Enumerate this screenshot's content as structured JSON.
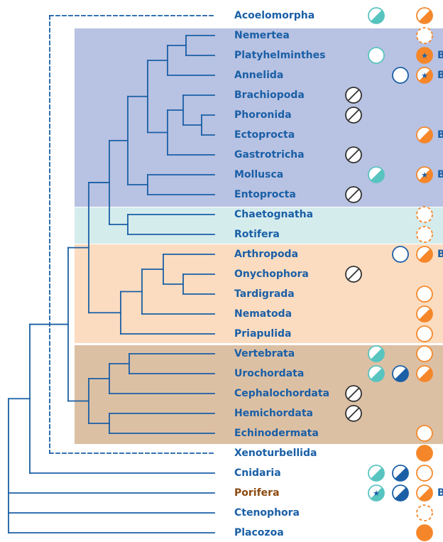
{
  "colors": {
    "tree": "#1a5fa6",
    "taxon_label": "#1a5fa6",
    "porifera_label": "#8b4a10",
    "band_lophotrochozoa": "#b8c2e2",
    "band_chaeto_rotifera": "#d5eced",
    "band_ecdysozoa": "#fcdcc0",
    "band_deuterostomia": "#dcc0a4",
    "teal": "#58c4c0",
    "navy": "#1a5fa6",
    "orange": "#f5872a",
    "dark": "#333333"
  },
  "taxa": [
    {
      "name": "Acoelomorpha",
      "color": "blue"
    },
    {
      "name": "Nemertea",
      "color": "blue"
    },
    {
      "name": "Platyhelminthes",
      "color": "blue"
    },
    {
      "name": "Annelida",
      "color": "blue"
    },
    {
      "name": "Brachiopoda",
      "color": "blue"
    },
    {
      "name": "Phoronida",
      "color": "blue"
    },
    {
      "name": "Ectoprocta",
      "color": "blue"
    },
    {
      "name": "Gastrotricha",
      "color": "blue"
    },
    {
      "name": "Mollusca",
      "color": "blue"
    },
    {
      "name": "Entoprocta",
      "color": "blue"
    },
    {
      "name": "Chaetognatha",
      "color": "blue"
    },
    {
      "name": "Rotifera",
      "color": "blue"
    },
    {
      "name": "Arthropoda",
      "color": "blue"
    },
    {
      "name": "Onychophora",
      "color": "blue"
    },
    {
      "name": "Tardigrada",
      "color": "blue"
    },
    {
      "name": "Nematoda",
      "color": "blue"
    },
    {
      "name": "Priapulida",
      "color": "blue"
    },
    {
      "name": "Vertebrata",
      "color": "blue"
    },
    {
      "name": "Urochordata",
      "color": "blue"
    },
    {
      "name": "Cephalochordata",
      "color": "blue"
    },
    {
      "name": "Hemichordata",
      "color": "blue"
    },
    {
      "name": "Echinodermata",
      "color": "blue"
    },
    {
      "name": "Xenoturbellida",
      "color": "blue"
    },
    {
      "name": "Cnidaria",
      "color": "blue"
    },
    {
      "name": "Porifera",
      "color": "brown"
    },
    {
      "name": "Ctenophora",
      "color": "blue"
    },
    {
      "name": "Placozoa",
      "color": "blue"
    }
  ],
  "b_labels": [
    {
      "row": 2,
      "text": "B"
    },
    {
      "row": 3,
      "text": "B"
    },
    {
      "row": 6,
      "text": "B"
    },
    {
      "row": 8,
      "text": "B"
    },
    {
      "row": 12,
      "text": "B"
    },
    {
      "row": 24,
      "text": "B"
    }
  ],
  "symbols": [
    {
      "row": 0,
      "col": 0,
      "type": "teal-half"
    },
    {
      "row": 0,
      "col": 3,
      "type": "orange-half"
    },
    {
      "row": 1,
      "col": 3,
      "type": "orange-dashed"
    },
    {
      "row": 2,
      "col": 0,
      "type": "teal-ring"
    },
    {
      "row": 2,
      "col": 3,
      "type": "orange-full-star"
    },
    {
      "row": 3,
      "col": 2,
      "type": "navy-ring"
    },
    {
      "row": 3,
      "col": 3,
      "type": "orange-half-star"
    },
    {
      "row": 4,
      "col": 1,
      "type": "absent"
    },
    {
      "row": 5,
      "col": 1,
      "type": "absent"
    },
    {
      "row": 6,
      "col": 3,
      "type": "orange-half"
    },
    {
      "row": 7,
      "col": 1,
      "type": "absent"
    },
    {
      "row": 8,
      "col": 0,
      "type": "teal-half"
    },
    {
      "row": 8,
      "col": 3,
      "type": "orange-half-star"
    },
    {
      "row": 9,
      "col": 1,
      "type": "absent"
    },
    {
      "row": 10,
      "col": 3,
      "type": "orange-dashed"
    },
    {
      "row": 11,
      "col": 3,
      "type": "orange-dashed"
    },
    {
      "row": 12,
      "col": 2,
      "type": "navy-ring"
    },
    {
      "row": 12,
      "col": 3,
      "type": "orange-half"
    },
    {
      "row": 13,
      "col": 1,
      "type": "absent"
    },
    {
      "row": 14,
      "col": 3,
      "type": "orange-ring"
    },
    {
      "row": 15,
      "col": 3,
      "type": "orange-half"
    },
    {
      "row": 16,
      "col": 3,
      "type": "orange-ring"
    },
    {
      "row": 17,
      "col": 0,
      "type": "teal-half"
    },
    {
      "row": 17,
      "col": 3,
      "type": "orange-ring"
    },
    {
      "row": 18,
      "col": 0,
      "type": "teal-half"
    },
    {
      "row": 18,
      "col": 2,
      "type": "navy-half"
    },
    {
      "row": 18,
      "col": 3,
      "type": "orange-half"
    },
    {
      "row": 19,
      "col": 1,
      "type": "absent"
    },
    {
      "row": 20,
      "col": 1,
      "type": "absent"
    },
    {
      "row": 21,
      "col": 3,
      "type": "orange-ring"
    },
    {
      "row": 22,
      "col": 3,
      "type": "orange-full"
    },
    {
      "row": 23,
      "col": 0,
      "type": "teal-half"
    },
    {
      "row": 23,
      "col": 2,
      "type": "navy-half"
    },
    {
      "row": 23,
      "col": 3,
      "type": "orange-ring"
    },
    {
      "row": 24,
      "col": 0,
      "type": "teal-half-star"
    },
    {
      "row": 24,
      "col": 2,
      "type": "navy-half"
    },
    {
      "row": 24,
      "col": 3,
      "type": "orange-half"
    },
    {
      "row": 25,
      "col": 3,
      "type": "orange-dashed"
    },
    {
      "row": 26,
      "col": 3,
      "type": "orange-full"
    }
  ]
}
